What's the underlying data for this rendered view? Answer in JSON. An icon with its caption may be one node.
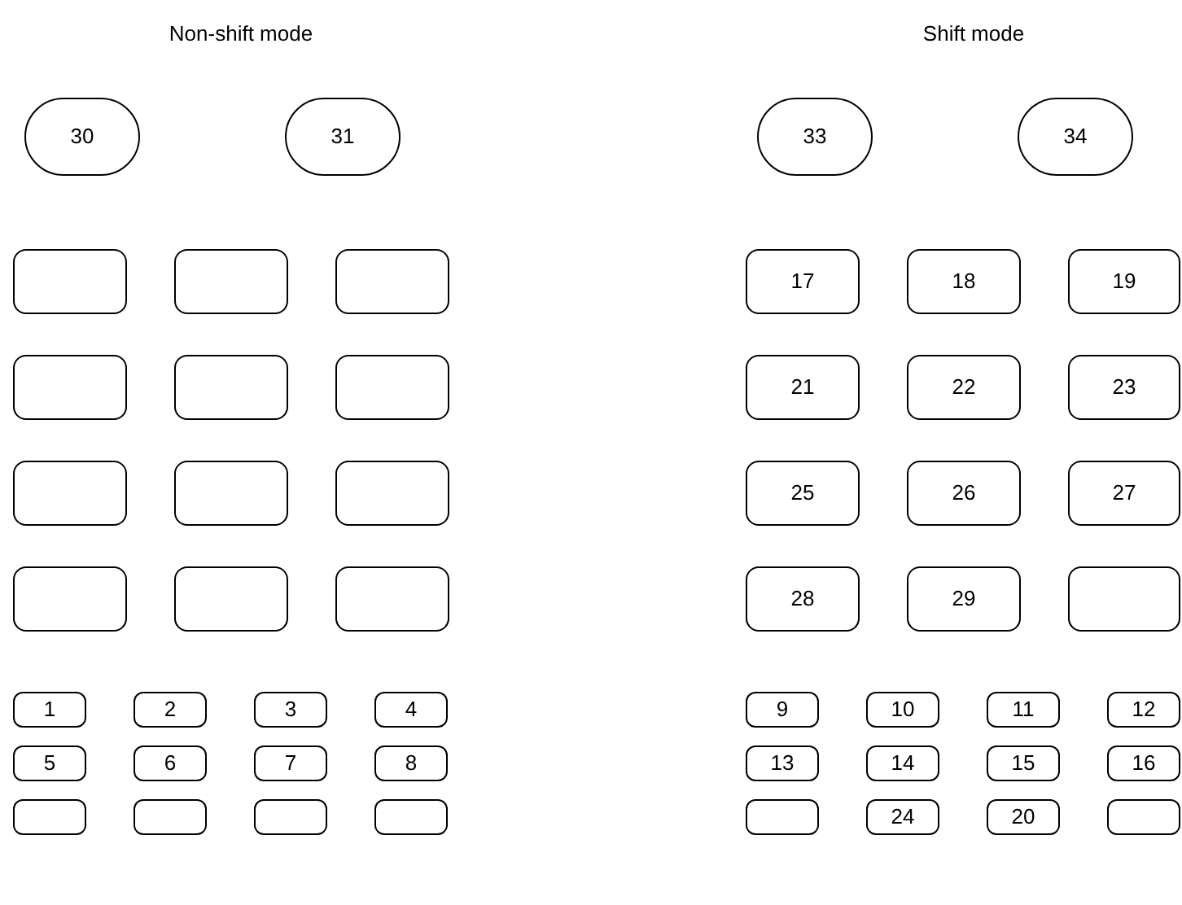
{
  "diagram": {
    "nodes": [
      {
        "text": [
          "30"
        ]
      },
      {
        "text": [
          "31"
        ]
      },
      {
        "text": [],
        "shape": "box"
      },
      {
        "text": [],
        "shape": "box"
      },
      {
        "text": [],
        "shape": "box"
      },
      {
        "text": [],
        "shape": "box"
      },
      {
        "text": [],
        "shape": "box"
      },
      {
        "text": [],
        "shape": "box"
      },
      {
        "text": [],
        "shape": "box"
      },
      {
        "text": [],
        "shape": "box"
      },
      {
        "text": [],
        "shape": "box"
      },
      {
        "text": [],
        "shape": "box"
      },
      {
        "text": [],
        "shape": "box"
      },
      {
        "text": [],
        "shape": "box"
      },
      {
        "text": [
          "1"
        ]
      },
      {
        "text": [
          "2"
        ]
      },
      {
        "text": [
          "3"
        ]
      },
      {
        "text": [
          "4"
        ]
      },
      {
        "text": [
          "5"
        ]
      },
      {
        "text": [
          "6"
        ]
      },
      {
        "text": [
          "7"
        ]
      },
      {
        "text": [
          "8"
        ]
      },
      {
        "text": [],
        "shape": "box"
      },
      {
        "text": [],
        "shape": "box"
      },
      {
        "text": [],
        "shape": "box"
      },
      {
        "text": [],
        "shape": "box"
      },
      {
        "text": [
          "33"
        ]
      },
      {
        "text": [
          "34"
        ]
      },
      {
        "text": [
          "17"
        ]
      },
      {
        "text": [
          "18"
        ]
      },
      {
        "text": [
          "19"
        ]
      },
      {
        "text": [
          "21"
        ]
      },
      {
        "text": [
          "22"
        ]
      },
      {
        "text": [
          "23"
        ]
      },
      {
        "text": [
          "25"
        ]
      },
      {
        "text": [
          "26"
        ]
      },
      {
        "text": [
          "27"
        ]
      },
      {
        "text": [
          "28"
        ]
      },
      {
        "text": [
          "29"
        ]
      },
      {
        "text": [],
        "shape": "box"
      },
      {
        "text": [
          "9"
        ]
      },
      {
        "text": [
          "10"
        ]
      },
      {
        "text": [
          "11"
        ]
      },
      {
        "text": [
          "12"
        ]
      },
      {
        "text": [
          "13"
        ]
      },
      {
        "text": [
          "14"
        ]
      },
      {
        "text": [
          "15"
        ]
      },
      {
        "text": [
          "16"
        ]
      },
      {
        "text": [],
        "shape": "box"
      },
      {
        "text": [
          "24"
        ]
      },
      {
        "text": [
          "20"
        ]
      },
      {
        "text": [],
        "shape": "box"
      }
    ],
    "labels": [
      "Non-shift mode",
      "Shift mode"
    ]
  }
}
